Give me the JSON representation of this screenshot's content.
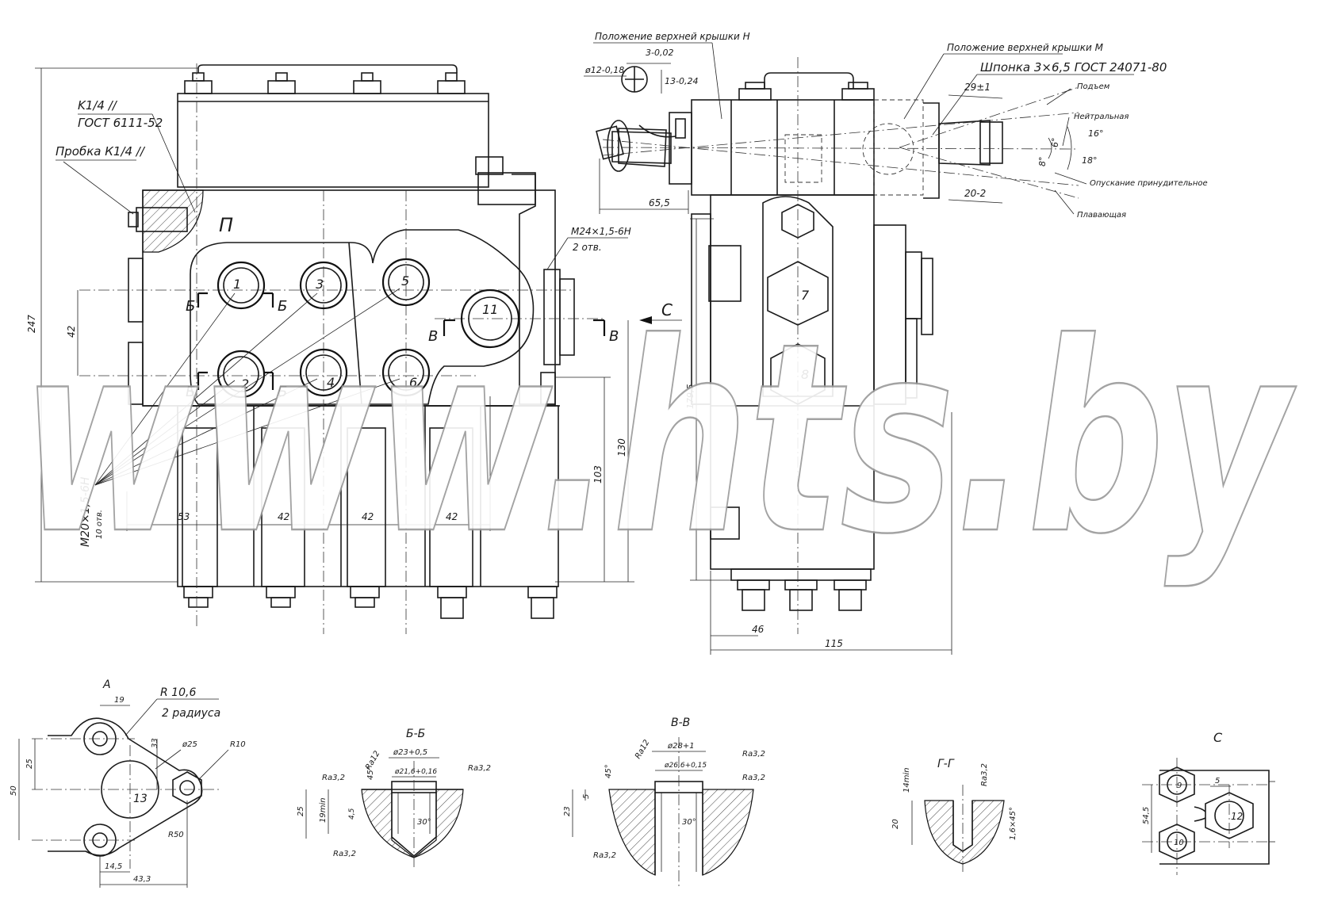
{
  "watermark": "www.hts.by",
  "left_view": {
    "thread_k14": "K1/4 //",
    "gost_6111": "ГОСТ 6111-52",
    "plug": "Пробка К1/4 //",
    "port_p": "П",
    "m24": "М24×1,5-6Н",
    "m24_count": "2 отв.",
    "m20": "М20×1,5-6Н",
    "m20_count": "10 отв.",
    "ports": [
      "1",
      "2",
      "3",
      "4",
      "5",
      "6",
      "11"
    ],
    "section_b": "Б",
    "section_v": "В",
    "view_c": "С",
    "dims": {
      "overall_h": "247",
      "pitch_v": "42",
      "d53": "53",
      "d42a": "42",
      "d42b": "42",
      "d42c": "42",
      "d103": "103",
      "d130": "130"
    }
  },
  "right_view": {
    "cover_h": "Положение верхней крышки Н",
    "cover_m": "Положение верхней крышки М",
    "key": "Шпонка 3×6,5 ГОСТ 24071-80",
    "positions": [
      "Подъем",
      "Нейтральная",
      "Опускание принудительное",
      "Плавающая"
    ],
    "angles": [
      "16°",
      "18°",
      "6°",
      "8°"
    ],
    "d12": "ø12-0,18",
    "d3": "3-0,02",
    "d13": "13-0,24",
    "d29": "29±1",
    "d20": "20-2",
    "d65": "65,5",
    "d1795": "179,5",
    "d46": "46",
    "d115": "115",
    "ports": [
      "7",
      "8"
    ]
  },
  "detail_a": {
    "title": "А",
    "r106": "R 10,6",
    "radii": "2 радиуса",
    "d19": "19",
    "d33": "33",
    "d25d": "ø25",
    "r10": "R10",
    "d25": "25",
    "d50": "50",
    "r50": "R50",
    "d145": "14,5",
    "d433": "43,3",
    "hole": "13"
  },
  "section_bb": {
    "title": "Б-Б",
    "d23": "ø23+0,5",
    "d216": "ø21,6+0,16",
    "ra32": "Ra3,2",
    "ra12": "Ra12",
    "a45": "45°",
    "d19": "19min",
    "d25": "25",
    "d45": "4,5",
    "a30": "30°"
  },
  "section_vv": {
    "title": "В-В",
    "d28": "ø28+1",
    "d266": "ø26,6+0,15",
    "ra32": "Ra3,2",
    "ra12": "Ra12",
    "a45": "45°",
    "d5": "5",
    "d23": "23",
    "a30": "30°"
  },
  "section_gg": {
    "title": "Г-Г",
    "ra32": "Ra3,2",
    "d14": "14min",
    "d20": "20",
    "d16": "1,6×45°"
  },
  "view_c": {
    "title": "С",
    "d5": "5",
    "d545": "54,5",
    "ports": [
      "9",
      "12",
      "10"
    ]
  }
}
